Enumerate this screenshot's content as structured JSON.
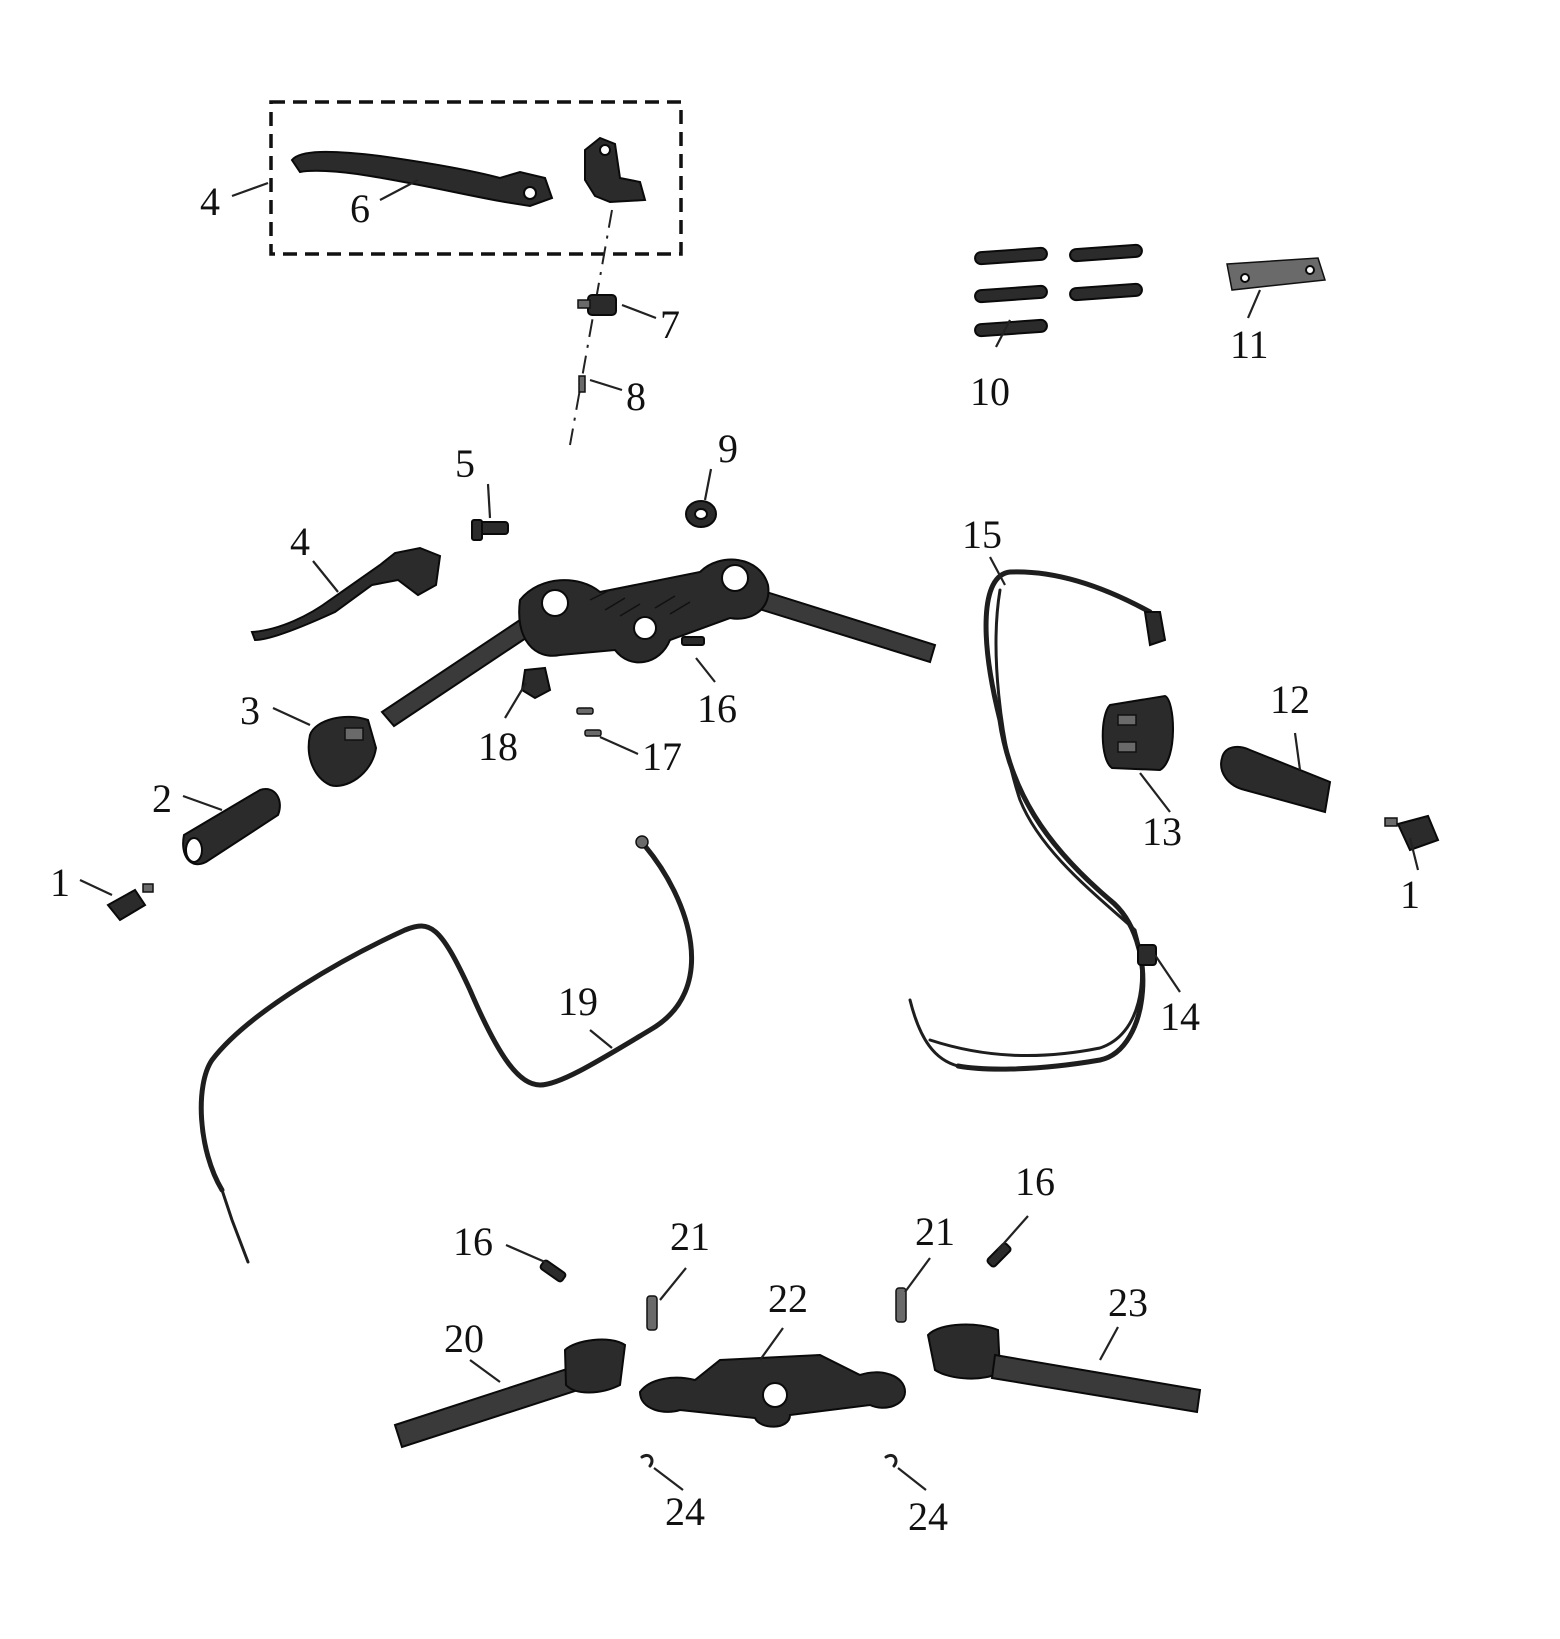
{
  "callouts": [
    {
      "id": "c1a",
      "label": "1"
    },
    {
      "id": "c1b",
      "label": "1"
    },
    {
      "id": "c2",
      "label": "2"
    },
    {
      "id": "c3",
      "label": "3"
    },
    {
      "id": "c4a",
      "label": "4"
    },
    {
      "id": "c4b",
      "label": "4"
    },
    {
      "id": "c5",
      "label": "5"
    },
    {
      "id": "c6",
      "label": "6"
    },
    {
      "id": "c7",
      "label": "7"
    },
    {
      "id": "c8",
      "label": "8"
    },
    {
      "id": "c9",
      "label": "9"
    },
    {
      "id": "c10",
      "label": "10"
    },
    {
      "id": "c11",
      "label": "11"
    },
    {
      "id": "c12",
      "label": "12"
    },
    {
      "id": "c13",
      "label": "13"
    },
    {
      "id": "c14",
      "label": "14"
    },
    {
      "id": "c15",
      "label": "15"
    },
    {
      "id": "c16a",
      "label": "16"
    },
    {
      "id": "c16b",
      "label": "16"
    },
    {
      "id": "c16c",
      "label": "16"
    },
    {
      "id": "c17",
      "label": "17"
    },
    {
      "id": "c18",
      "label": "18"
    },
    {
      "id": "c19",
      "label": "19"
    },
    {
      "id": "c20",
      "label": "20"
    },
    {
      "id": "c21a",
      "label": "21"
    },
    {
      "id": "c21b",
      "label": "21"
    },
    {
      "id": "c22",
      "label": "22"
    },
    {
      "id": "c23",
      "label": "23"
    },
    {
      "id": "c24a",
      "label": "24"
    },
    {
      "id": "c24b",
      "label": "24"
    }
  ]
}
